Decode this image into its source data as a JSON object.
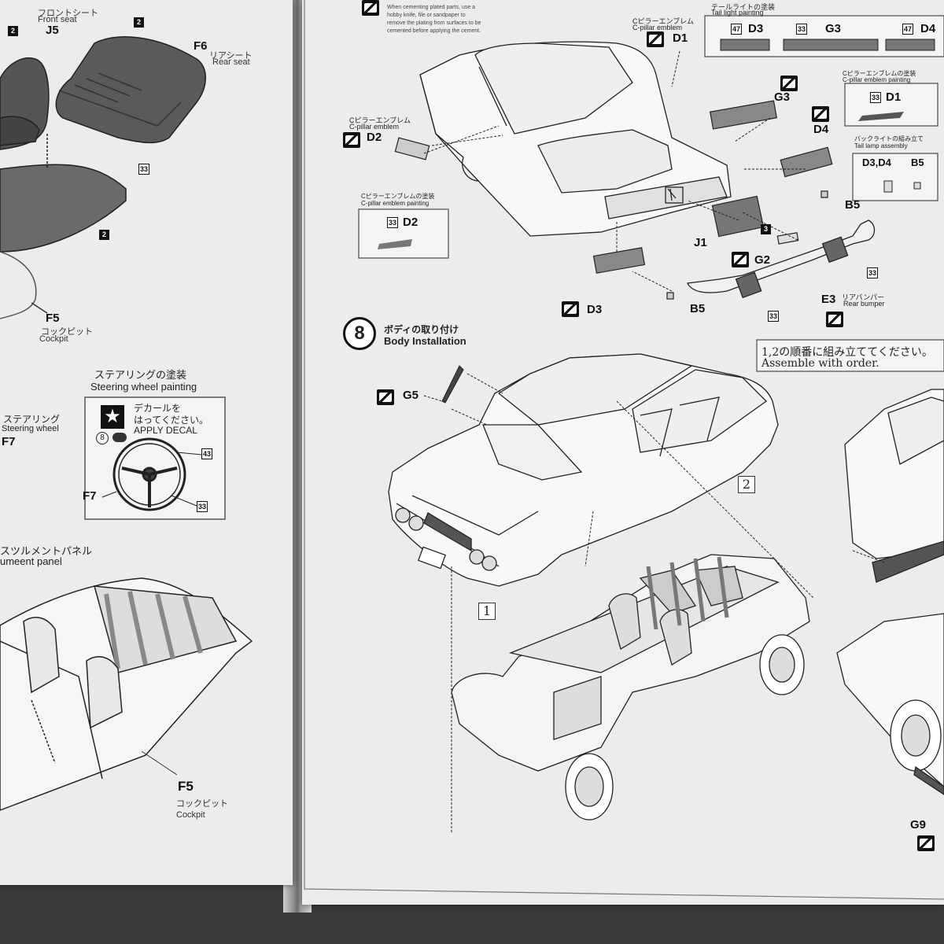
{
  "left_page": {
    "front_seat": {
      "jp": "フロントシート",
      "en": "Front seat",
      "part": "J5",
      "color": "2"
    },
    "rear_seat": {
      "part": "F6",
      "jp": "リアシート",
      "en": "Rear seat",
      "color": "2"
    },
    "floor_colors": [
      "33",
      "2"
    ],
    "cockpit_top": {
      "part": "F5",
      "jp": "コックピット",
      "en": "Cockpit"
    },
    "steering_box": {
      "title_jp": "ステアリングの塗装",
      "title_en": "Steering wheel painting",
      "decal_jp_1": "デカールを",
      "decal_jp_2": "はってください。",
      "decal_en": "APPLY DECAL",
      "decal_no": "8",
      "part": "F7",
      "colors": [
        "43",
        "33"
      ]
    },
    "steering_wheel": {
      "jp": "ステアリング",
      "en": "Steering wheel",
      "part": "F7"
    },
    "instrument_panel": {
      "jp": "スツルメントパネル",
      "en": "umeent panel"
    },
    "cockpit_bottom": {
      "part": "F5",
      "jp": "コックピット",
      "en": "Cockpit"
    }
  },
  "right_page": {
    "plating_note_lines": [
      "When cementing plated parts, use a",
      "hobby knife, file or sandpaper to",
      "remove the plating from surfaces to be",
      "cemented before applying the cement."
    ],
    "tail_light_painting": {
      "title_jp": "テールライトの塗装",
      "title_en": "Tail light painting",
      "items": [
        {
          "color": "47",
          "part": "D3"
        },
        {
          "color": "33",
          "part": "G3"
        },
        {
          "color": "47",
          "part": "D4"
        }
      ]
    },
    "c_pillar_emblem_d1": {
      "jp": "Cピラーエンブレム",
      "en": "C-pillar emblem",
      "part": "D1"
    },
    "c_pillar_emblem_painting_d1": {
      "jp": "Cピラーエンブレムの塗装",
      "en": "C-pillar emblem painting",
      "color": "33",
      "part": "D1"
    },
    "tail_lamp_assembly": {
      "jp": "バックライトの組み立て",
      "en": "Tail lamp assembly",
      "parts_a": "D3,D4",
      "parts_b": "B5"
    },
    "c_pillar_emblem_d2": {
      "jp": "Cピラーエンブレム",
      "en": "C-pillar emblem",
      "part": "D2"
    },
    "c_pillar_emblem_painting_d2": {
      "jp": "Cピラーエンブレムの塗装",
      "en": "C-pillar emblem painting",
      "color": "33",
      "part": "D2"
    },
    "parts": {
      "g3": "G3",
      "d4": "D4",
      "b5_top": "B5",
      "j1": "J1",
      "j1_color": "3",
      "g2": "G2",
      "d3": "D3",
      "b5_bottom": "B5",
      "e3": "E3",
      "bumper_colors": [
        "33",
        "33"
      ]
    },
    "rear_bumper": {
      "jp": "リアバンパー",
      "en": "Rear bumper"
    },
    "step8": {
      "number": "8",
      "title_jp": "ボディの取り付け",
      "title_en": "Body Installation"
    },
    "assemble_order": {
      "jp": "1,2の順番に組み立ててください。",
      "en": "Assemble with order."
    },
    "g5": "G5",
    "order_marks": [
      "1",
      "2"
    ],
    "g9": "G9"
  }
}
